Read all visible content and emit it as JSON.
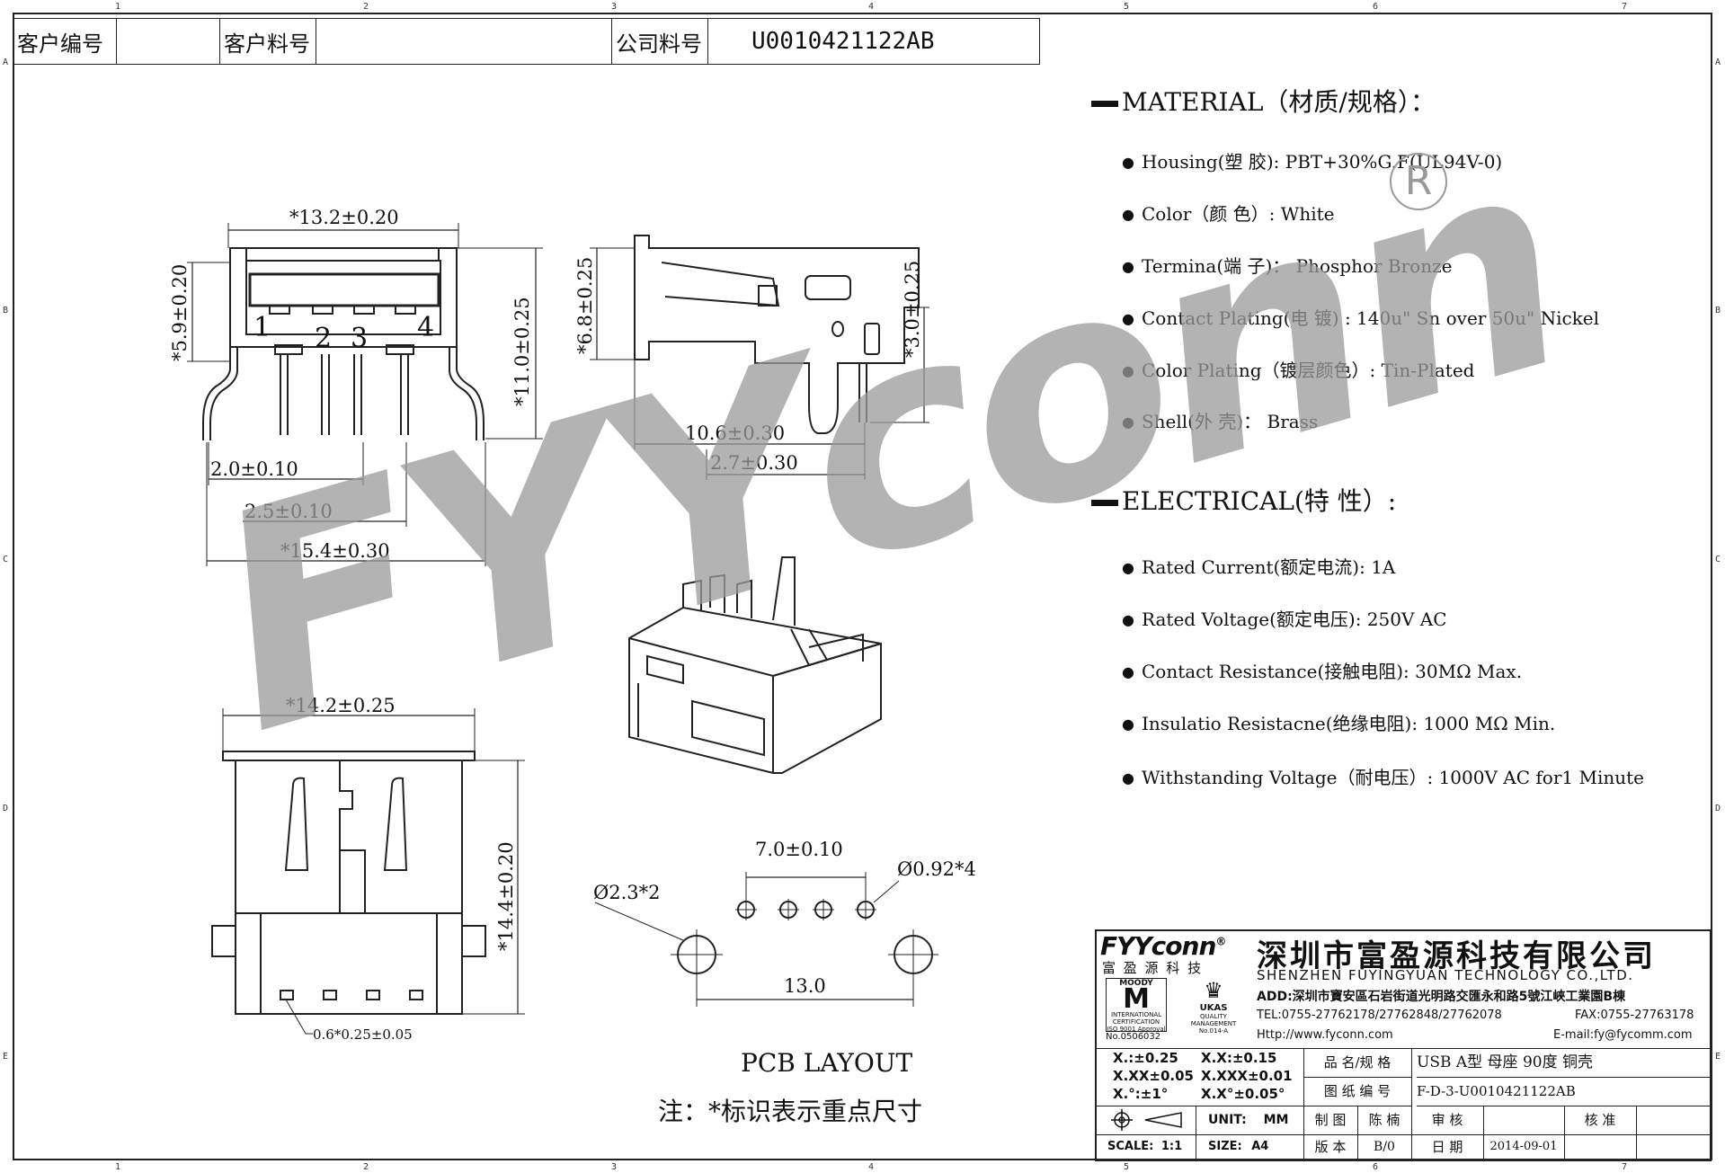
{
  "header": {
    "customer_no_label": "客户编号",
    "customer_part_label": "客户料号",
    "company_part_label": "公司料号",
    "company_part_value": "U0010421122AB"
  },
  "ruler": {
    "top": [
      "1",
      "2",
      "3",
      "4",
      "5",
      "6",
      "7"
    ],
    "side": [
      "A",
      "B",
      "C",
      "D",
      "E"
    ]
  },
  "material": {
    "title": "MATERIAL（材质/规格）：",
    "items": [
      "Housing(塑 胶): PBT+30%G.F(UL94V-0)",
      "Color（颜 色）: White",
      "Termina(端 子)： Phosphor Bronze",
      "Contact Plating(电 镀) : 140u\" Sn over 50u\" Nickel",
      "Color Plating（镀层颜色）: Tin-Plated",
      "Shell(外 壳)： Brass"
    ],
    "registered_mark": "R"
  },
  "electrical": {
    "title": "ELECTRICAL(特 性）:",
    "items": [
      "Rated Current(额定电流): 1A",
      "Rated Voltage(额定电压): 250V AC",
      "Contact Resistance(接触电阻): 30MΩ  Max.",
      "Insulatio Resistacne(绝缘电阻): 1000 MΩ  Min.",
      "Withstanding Voltage（耐电压）: 1000V AC for1 Minute"
    ]
  },
  "dims": {
    "front_width": "*13.2±0.20",
    "front_height": "*5.9±0.20",
    "total_height": "*11.0±0.25",
    "pin_pitch": "2.0±0.10",
    "pin_span": "2.5±0.10",
    "overall_width": "*15.4±0.30",
    "pin_1": "1",
    "pin_2": "2",
    "pin_3": "3",
    "pin_4": "4",
    "side_height": "*6.8±0.25",
    "side_right": "*3.0±0.25",
    "side_depth": "10.6±0.30",
    "side_tail": "2.7±0.30",
    "bottom_width": "*14.2±0.25",
    "bottom_height": "*14.4±0.20",
    "bottom_pin": "0.6*0.25±0.05",
    "pcb_pitch": "7.0±0.10",
    "pcb_hole_small": "Ø0.92*4",
    "pcb_hole_large": "Ø2.3*2",
    "pcb_span": "13.0",
    "pcb_label": "PCB LAYOUT",
    "note": "注：*标识表示重点尺寸"
  },
  "watermark": "FYYconn",
  "titleblock": {
    "logo": "FYYconn",
    "logo_reg": "®",
    "logo_cn": "富 盈 源 科 技",
    "company_cn": "深圳市富盈源科技有限公司",
    "company_en": "SHENZHEN FUYINGYUAN TECHNOLOGY CO.,LTD.",
    "address": "ADD:深圳市寶安區石岩街道光明路交匯永和路5號江峽工業園B棟",
    "tel": "TEL:0755-27762178/27762848/27762078",
    "fax": "FAX:0755-27763178",
    "http": "Http://www.fyconn.com",
    "email": "E-mail:fy@fycomm.com",
    "cert_moody": "MOODY",
    "cert_intl": "INTERNATIONAL CERTIFICATION",
    "cert_iso": "ISO 9001 Approval",
    "cert_no": "No.0506032",
    "cert_ukas": "UKAS",
    "cert_ukas_sub": "QUALITY MANAGEMENT",
    "cert_ukas_no": "No.014-A",
    "tol_1": "X.:±0.25",
    "tol_2": "X.X:±0.15",
    "tol_3": "X.XX±0.05",
    "tol_4": "X.XXX±0.01",
    "tol_5": "X.°:±1°",
    "tol_6": "X.X°±0.05°",
    "name_label": "品 名/规 格",
    "name_value": "USB A型 母座 90度 铜壳",
    "drawing_label": "图 纸 编 号",
    "drawing_value": "F-D-3-U0010421122AB",
    "unit_label": "UNIT:",
    "unit_value": "MM",
    "drawn_label": "制 图",
    "drawn_value": "陈 楠",
    "review_label": "审 核",
    "approve_label": "核 准",
    "scale_label": "SCALE:",
    "scale_value": "1:1",
    "size_label": "SIZE:",
    "size_value": "A4",
    "version_label": "版 本",
    "version_value": "B/0",
    "date_label": "日 期",
    "date_value": "2014-09-01"
  }
}
